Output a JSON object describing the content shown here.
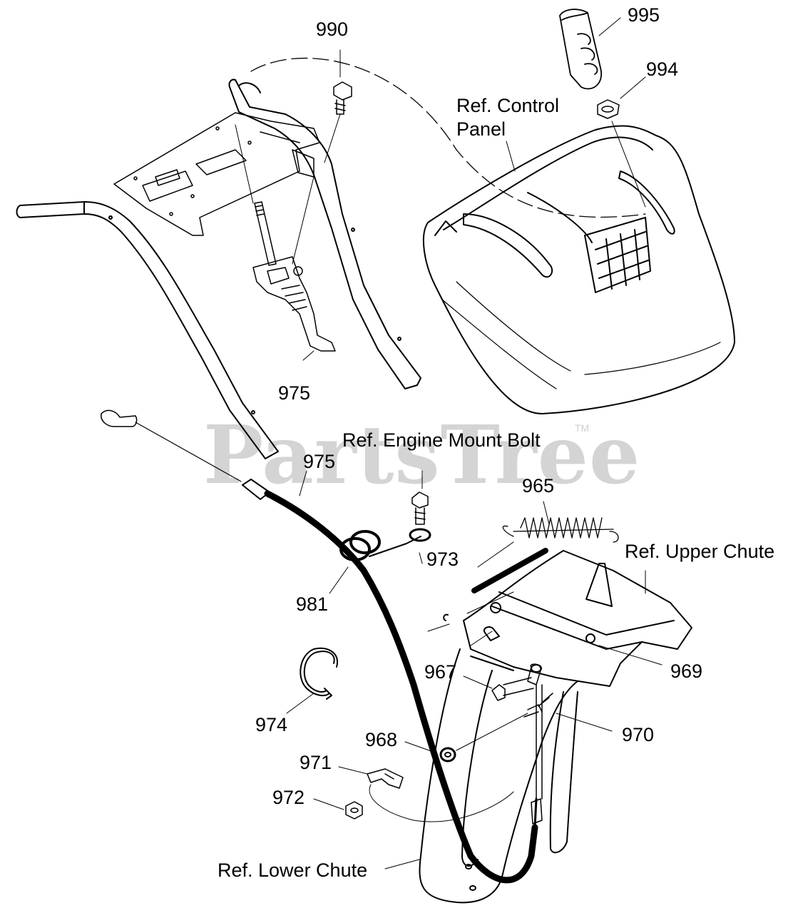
{
  "watermark": {
    "text": "PartsTree",
    "tm": "TM"
  },
  "labels": {
    "l995": "995",
    "l990": "990",
    "l994": "994",
    "ref_control_panel_1": "Ref. Control",
    "ref_control_panel_2": "Panel",
    "l975_top": "975",
    "ref_engine_mount_bolt": "Ref. Engine Mount Bolt",
    "l975_cable": "975",
    "l965": "965",
    "ref_upper_chute": "Ref. Upper Chute",
    "l973": "973",
    "l981": "981",
    "l967": "967",
    "l969": "969",
    "l974": "974",
    "l970": "970",
    "l968": "968",
    "l971": "971",
    "l972": "972",
    "ref_lower_chute": "Ref. Lower Chute"
  }
}
